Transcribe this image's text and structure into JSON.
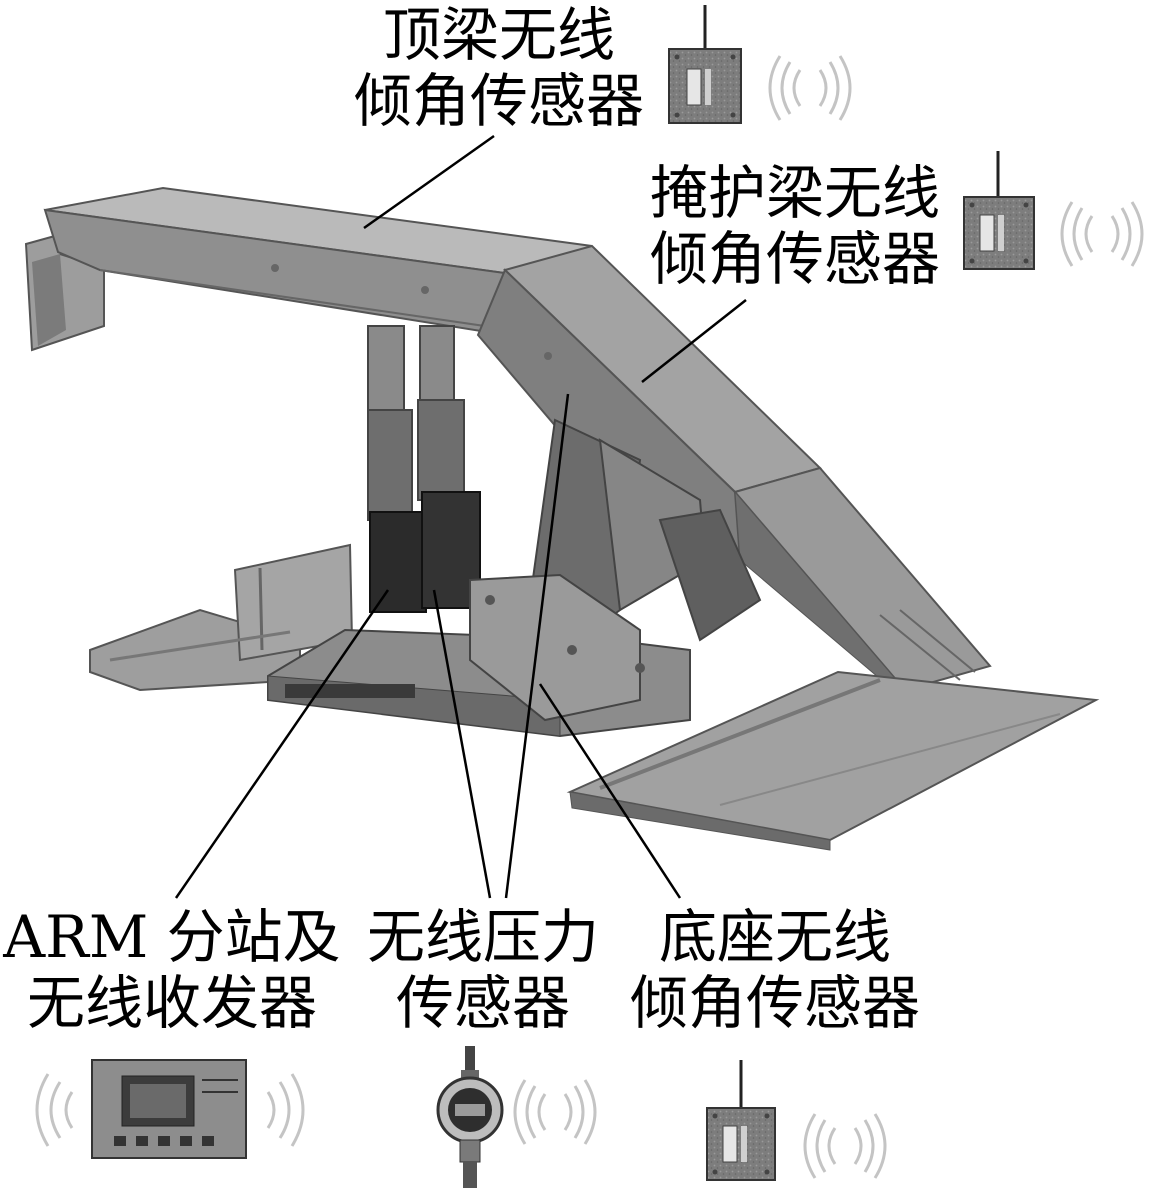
{
  "labels": {
    "roof_beam_sensor": {
      "line1": "顶梁无线",
      "line2": "倾角传感器"
    },
    "shield_beam_sensor": {
      "line1": "掩护梁无线",
      "line2": "倾角传感器"
    },
    "arm_substation": {
      "line1": "ARM 分站及",
      "line2": "无线收发器"
    },
    "pressure_sensor": {
      "line1": "无线压力",
      "line2": "传感器"
    },
    "base_sensor": {
      "line1": "底座无线",
      "line2": "倾角传感器"
    }
  },
  "colors": {
    "steel_dark": "#5a5a5a",
    "steel_mid": "#8a8a8a",
    "steel_light": "#a9a9a9",
    "cylinder": "#2a2a2a",
    "leader": "#000000",
    "wave": "#bdbdbd"
  },
  "icons": [
    "tilt-sensor-icon",
    "pressure-gauge-icon",
    "arm-station-icon",
    "wireless-wave-icon"
  ]
}
